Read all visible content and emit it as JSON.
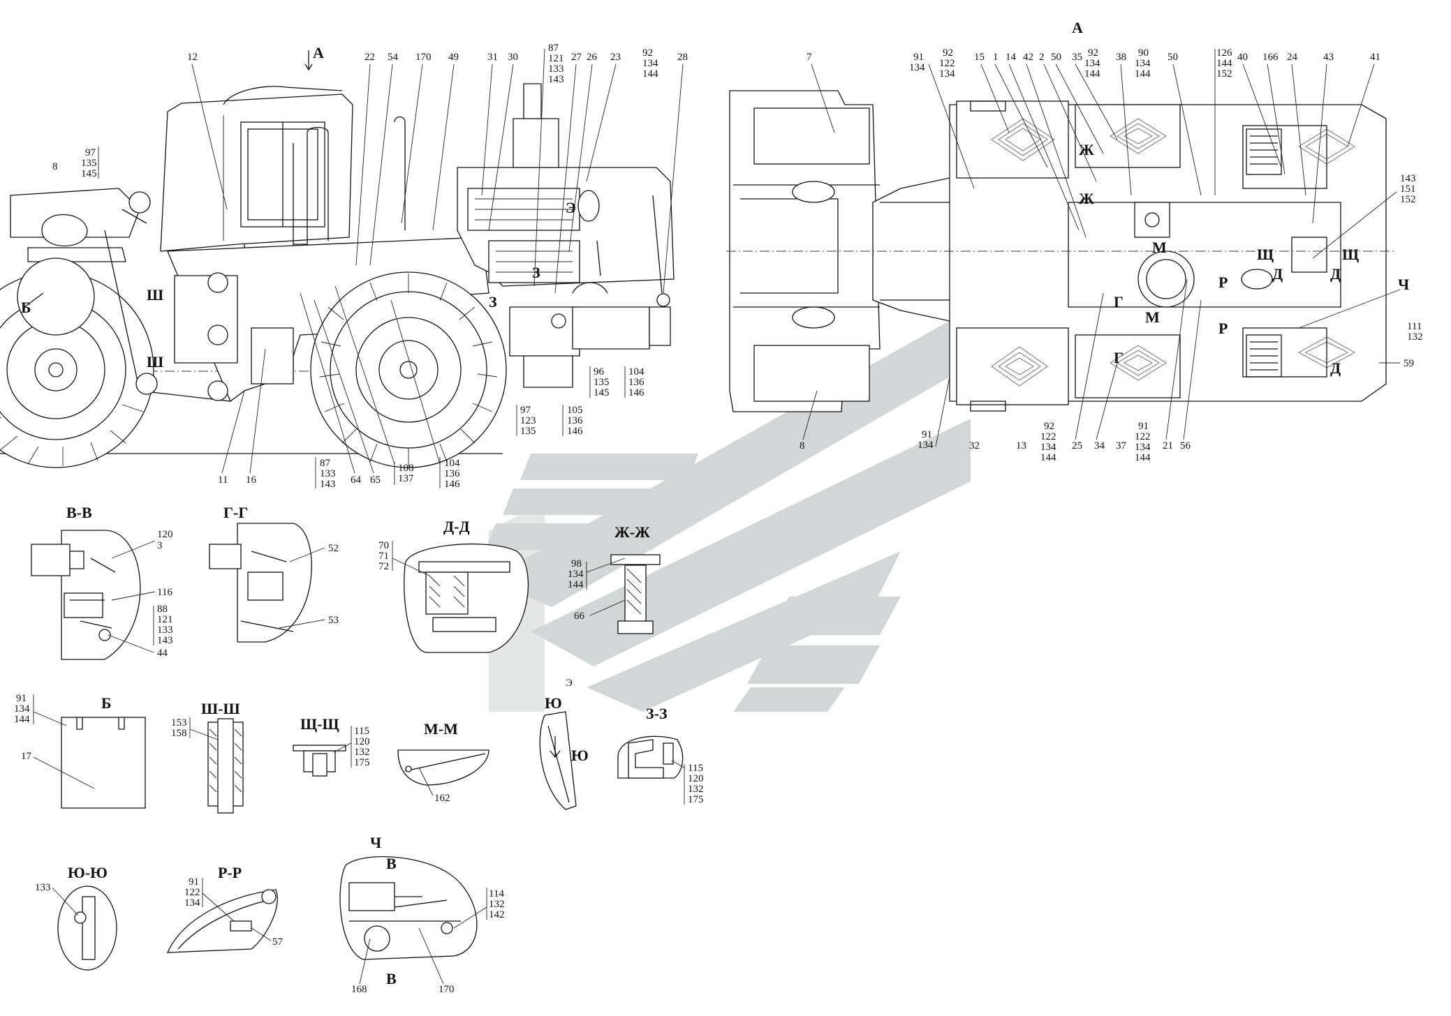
{
  "drawing": {
    "view_arrow_label": "А",
    "plan_view_title": "А",
    "side_view_labels": [
      "12",
      "97",
      "135",
      "145",
      "8",
      "Б",
      "22",
      "54",
      "170",
      "49",
      "31",
      "30",
      "87",
      "121",
      "133",
      "143",
      "27",
      "26",
      "23",
      "92",
      "134",
      "144",
      "28",
      "Ш",
      "Ш",
      "Э",
      "З",
      "З",
      "96",
      "135",
      "145",
      "104",
      "136",
      "146",
      "105",
      "136",
      "146",
      "97",
      "123",
      "135",
      "87",
      "133",
      "143",
      "108",
      "137",
      "104",
      "136",
      "146",
      "11",
      "16",
      "64",
      "65"
    ],
    "plan_view_labels": [
      "7",
      "91",
      "134",
      "92",
      "122",
      "134",
      "15",
      "1",
      "14",
      "42",
      "2",
      "50",
      "35",
      "92",
      "134",
      "144",
      "38",
      "90",
      "134",
      "144",
      "50",
      "126",
      "144",
      "152",
      "40",
      "166",
      "24",
      "43",
      "41",
      "Ж",
      "Ж",
      "М",
      "М",
      "Щ",
      "Щ",
      "Д",
      "Д",
      "143",
      "151",
      "152",
      "Р",
      "Р",
      "Г",
      "Г",
      "Ч",
      "111",
      "132",
      "59",
      "Д",
      "8",
      "91",
      "134",
      "32",
      "13",
      "92",
      "122",
      "134",
      "144",
      "25",
      "34",
      "37",
      "91",
      "122",
      "134",
      "144",
      "21",
      "56"
    ],
    "sections": [
      {
        "title": "В-В",
        "labels": [
          "120",
          "3",
          "116",
          "88",
          "121",
          "133",
          "143",
          "44"
        ]
      },
      {
        "title": "Г-Г",
        "labels": [
          "52",
          "53"
        ]
      },
      {
        "title": "Д-Д",
        "labels": [
          "70",
          "71",
          "72"
        ]
      },
      {
        "title": "Ж-Ж",
        "labels": [
          "98",
          "134",
          "144",
          "66"
        ]
      },
      {
        "title": "Б",
        "labels": [
          "91",
          "134",
          "144",
          "17"
        ]
      },
      {
        "title": "Ш-Ш",
        "labels": [
          "153",
          "158"
        ]
      },
      {
        "title": "Щ-Щ",
        "labels": [
          "115",
          "120",
          "132",
          "175"
        ]
      },
      {
        "title": "М-М",
        "labels": [
          "162"
        ]
      },
      {
        "title": "Ю",
        "labels": [
          "Э",
          "Ю"
        ]
      },
      {
        "title": "З-З",
        "labels": [
          "115",
          "120",
          "132",
          "175"
        ]
      },
      {
        "title": "Ю-Ю",
        "labels": [
          "133"
        ]
      },
      {
        "title": "Р-Р",
        "labels": [
          "91",
          "122",
          "134",
          "57"
        ]
      },
      {
        "title": "Ч",
        "labels": [
          "В",
          "В",
          "114",
          "132",
          "142",
          "168",
          "170"
        ]
      }
    ]
  },
  "colors": {
    "ink": "#111111",
    "watermark": "#c9cfd2",
    "background": "#ffffff"
  }
}
